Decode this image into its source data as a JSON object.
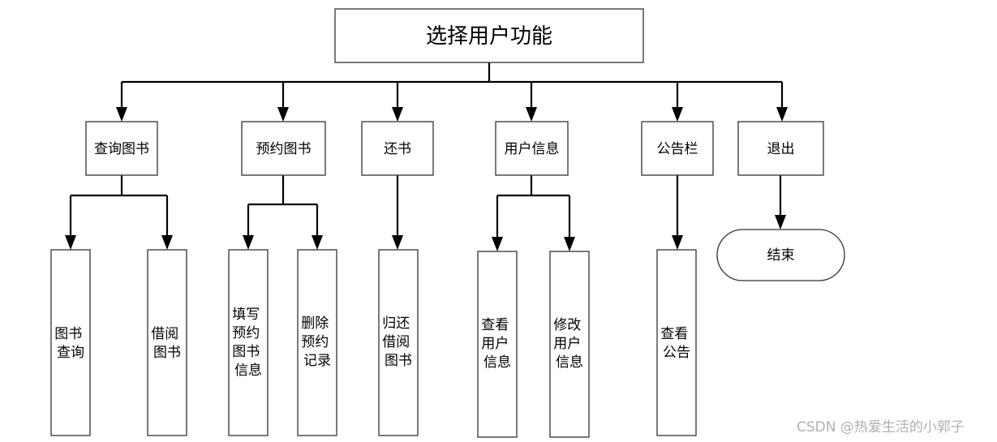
{
  "root": {
    "label": "选择用户功能"
  },
  "categories": [
    {
      "label": "查询图书",
      "children": [
        [
          "图书",
          "查询"
        ],
        [
          "借阅",
          "图书"
        ]
      ]
    },
    {
      "label": "预约图书",
      "children": [
        [
          "填写",
          "预约",
          "图书",
          "信息"
        ],
        [
          "删除",
          "预约",
          "记录"
        ]
      ]
    },
    {
      "label": "还书",
      "children": [
        [
          "归还",
          "借阅",
          "图书"
        ]
      ]
    },
    {
      "label": "用户信息",
      "children": [
        [
          "查看",
          "用户",
          "信息"
        ],
        [
          "修改",
          "用户",
          "信息"
        ]
      ]
    },
    {
      "label": "公告栏",
      "children": [
        [
          "查看",
          "公告"
        ]
      ]
    },
    {
      "label": "退出",
      "terminal": "结束"
    }
  ],
  "watermark": "CSDN @热爱生活的小郭子"
}
